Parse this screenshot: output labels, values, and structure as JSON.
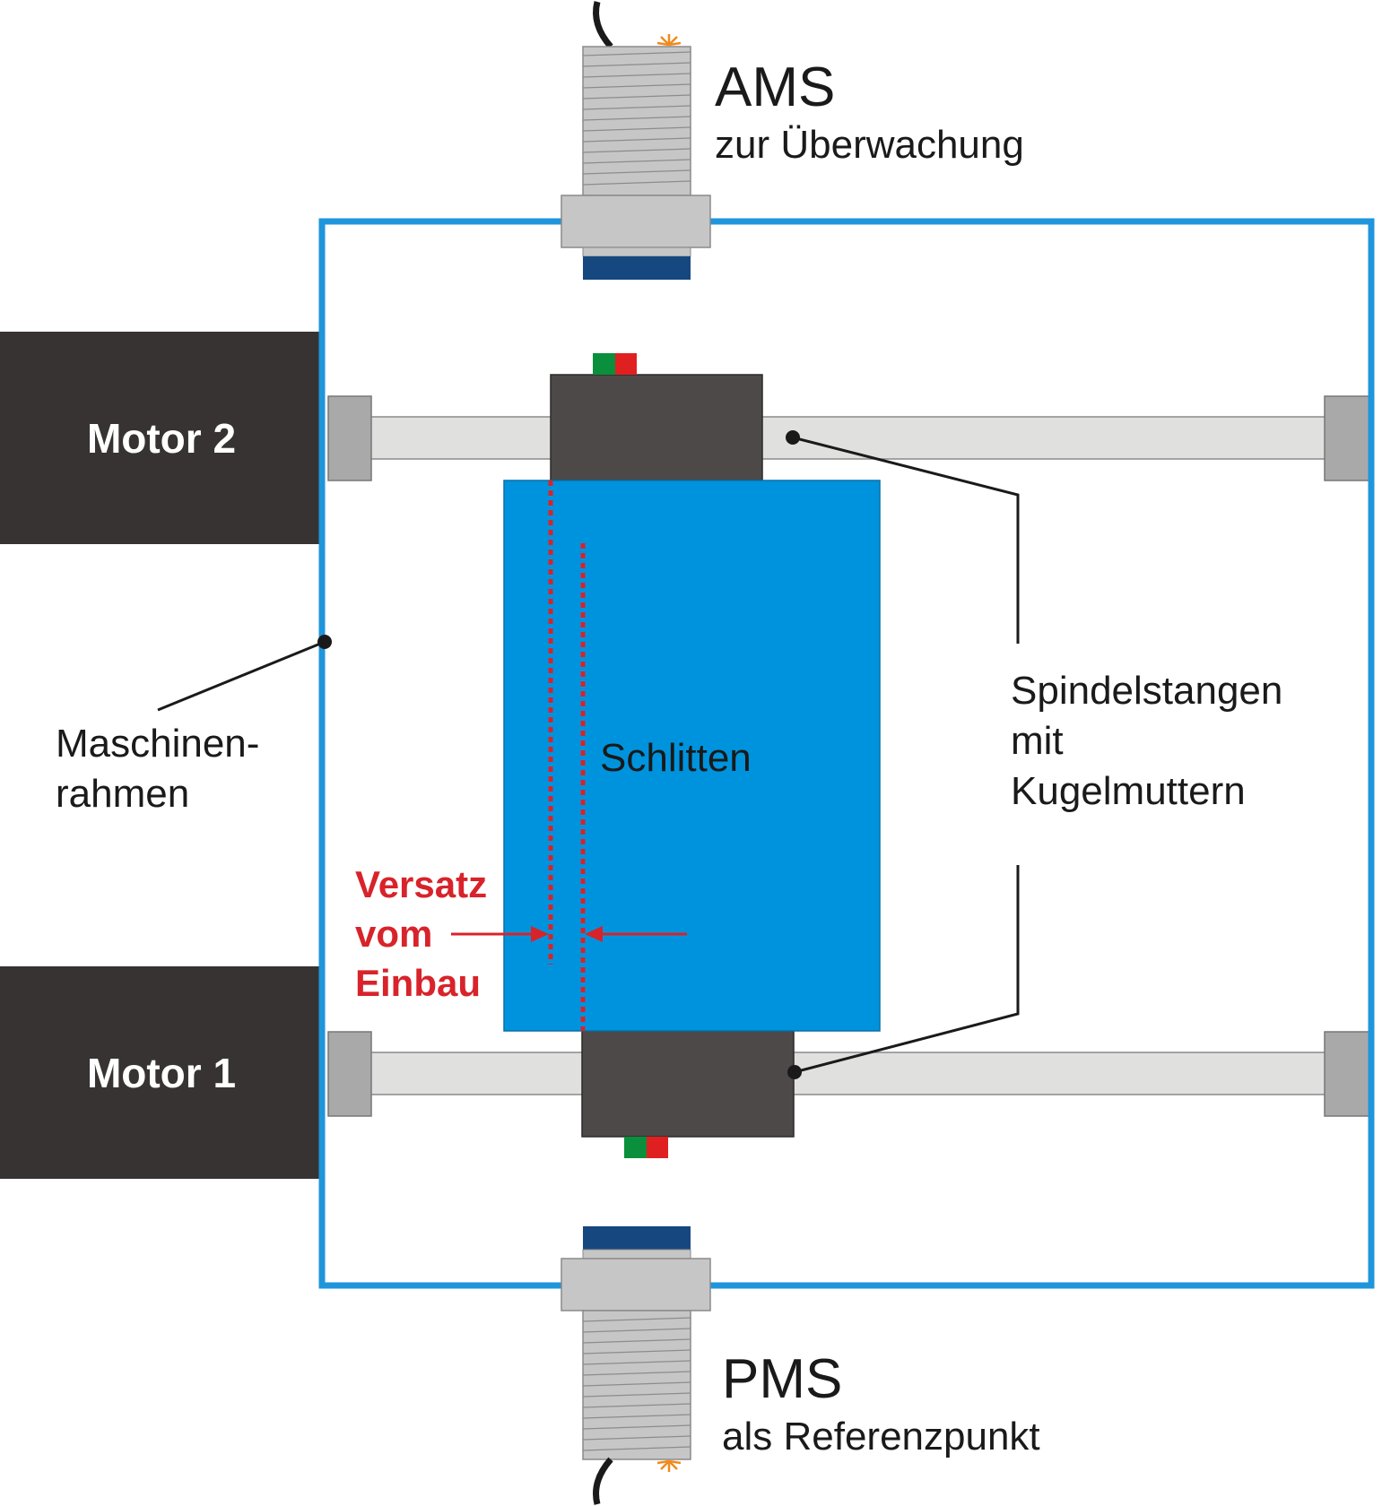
{
  "sensors": {
    "top": {
      "title": "AMS",
      "subtitle": "zur Überwachung"
    },
    "bottom": {
      "title": "PMS",
      "subtitle": "als Referenzpunkt"
    }
  },
  "motors": {
    "upper": "Motor 2",
    "lower": "Motor 1"
  },
  "labels": {
    "frame_line1": "Maschinen-",
    "frame_line2": "rahmen",
    "carriage": "Schlitten",
    "spindle_line1": "Spindelstangen",
    "spindle_line2": "mit",
    "spindle_line3": "Kugelmuttern",
    "offset_line1": "Versatz",
    "offset_line2": "vom",
    "offset_line3": "Einbau"
  },
  "colors": {
    "frame": "#1f95dc",
    "carriage": "#0093dd",
    "motor": "#373332",
    "nut": "#4d4948",
    "rod": "#e0e0df",
    "bearing": "#a9a9a9",
    "sensor_body": "#c6c6c6",
    "sensor_cap": "#16477f",
    "offset_red": "#d8232a",
    "marker_green": "#0a8f3c",
    "marker_red": "#e02020",
    "spark_orange": "#f08a1c"
  }
}
